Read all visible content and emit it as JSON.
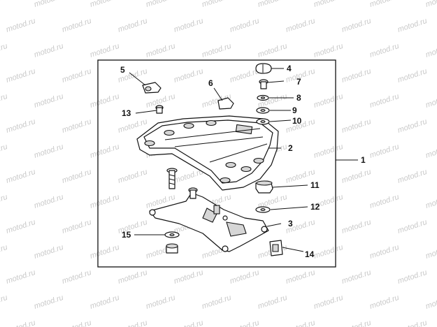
{
  "watermark": "motod.ru",
  "callouts": [
    "1",
    "2",
    "3",
    "4",
    "5",
    "6",
    "7",
    "8",
    "9",
    "10",
    "11",
    "12",
    "13",
    "14",
    "15"
  ],
  "colors": {
    "line": "#111111",
    "fill": "#ffffff",
    "shade": "#d6d6d6",
    "watermark": "#c9c9c9"
  }
}
